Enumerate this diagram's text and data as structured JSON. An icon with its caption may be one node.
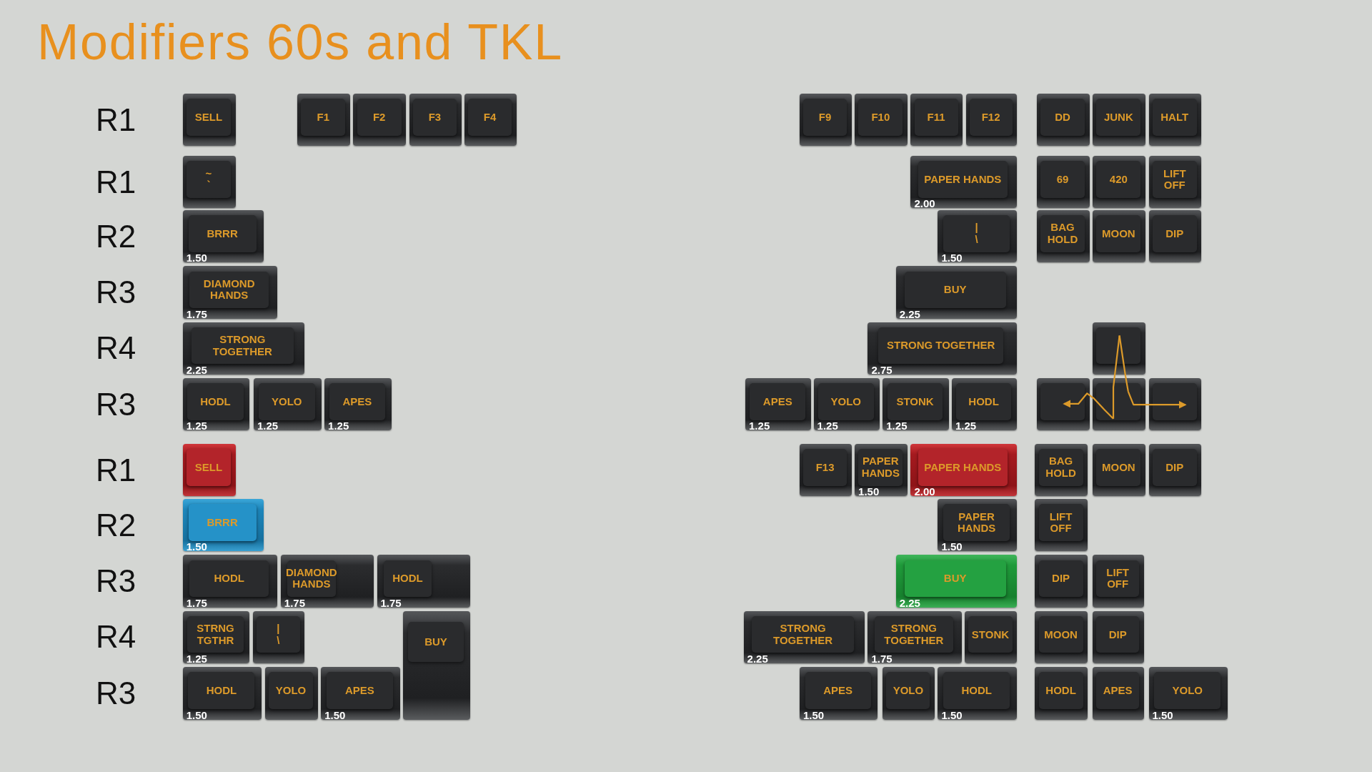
{
  "diagram": {
    "title": "Modifiers 60s and TKL",
    "nodes": [
      {
        "text": [
          "SELL"
        ]
      },
      {
        "text": [
          "F1"
        ]
      },
      {
        "text": [
          "F2"
        ]
      },
      {
        "text": [
          "F3"
        ]
      },
      {
        "text": [
          "F4"
        ]
      },
      {
        "text": [
          "F9"
        ]
      },
      {
        "text": [
          "F10"
        ]
      },
      {
        "text": [
          "F11"
        ]
      },
      {
        "text": [
          "F12"
        ]
      },
      {
        "text": [
          "DD"
        ]
      },
      {
        "text": [
          "JUNK"
        ]
      },
      {
        "text": [
          "HALT"
        ]
      },
      {
        "text": [
          "~",
          "`"
        ]
      },
      {
        "text": [
          "PAPER HANDS",
          "2.00"
        ]
      },
      {
        "text": [
          "69"
        ]
      },
      {
        "text": [
          "420"
        ]
      },
      {
        "text": [
          "LIFT OFF"
        ]
      },
      {
        "text": [
          "BRRR",
          "1.50"
        ]
      },
      {
        "text": [
          "|",
          "\\",
          "1.50"
        ]
      },
      {
        "text": [
          "BAG HOLD"
        ]
      },
      {
        "text": [
          "MOON"
        ]
      },
      {
        "text": [
          "DIP"
        ]
      },
      {
        "text": [
          "DIAMOND HANDS",
          "1.75"
        ]
      },
      {
        "text": [
          "BUY",
          "2.25"
        ]
      },
      {
        "text": [
          "STRONG TOGETHER",
          "2.25"
        ]
      },
      {
        "text": [
          "STRONG TOGETHER",
          "2.75"
        ]
      },
      {
        "text": [],
        "shape": "box"
      },
      {
        "text": [
          "HODL",
          "1.25"
        ]
      },
      {
        "text": [
          "YOLO",
          "1.25"
        ]
      },
      {
        "text": [
          "APES",
          "1.25"
        ]
      },
      {
        "text": [
          "APES",
          "1.25"
        ]
      },
      {
        "text": [
          "YOLO",
          "1.25"
        ]
      },
      {
        "text": [
          "STONK",
          "1.25"
        ]
      },
      {
        "text": [
          "HODL",
          "1.25"
        ]
      },
      {
        "text": [],
        "shape": "box"
      },
      {
        "text": [],
        "shape": "box"
      },
      {
        "text": [],
        "shape": "box"
      },
      {
        "text": [
          "SELL"
        ]
      },
      {
        "text": [
          "F13"
        ]
      },
      {
        "text": [
          "PAPER HANDS",
          "1.50"
        ]
      },
      {
        "text": [
          "PAPER HANDS",
          "2.00"
        ]
      },
      {
        "text": [
          "BAG HOLD"
        ]
      },
      {
        "text": [
          "MOON"
        ]
      },
      {
        "text": [
          "DIP"
        ]
      },
      {
        "text": [
          "BRRR",
          "1.50"
        ]
      },
      {
        "text": [
          "PAPER HANDS",
          "1.50"
        ]
      },
      {
        "text": [
          "LIFT OFF"
        ]
      },
      {
        "text": [
          "HODL",
          "1.75"
        ]
      },
      {
        "text": [
          "DIAMOND HANDS",
          "1.75"
        ]
      },
      {
        "text": [
          "HODL",
          "1.75"
        ]
      },
      {
        "text": [
          "BUY",
          "2.25"
        ]
      },
      {
        "text": [
          "DIP"
        ]
      },
      {
        "text": [
          "LIFT OFF"
        ]
      },
      {
        "text": [
          "STRNG TGTHR",
          "1.25"
        ]
      },
      {
        "text": [
          "|",
          "\\"
        ]
      },
      {
        "text": [
          "BUY"
        ]
      },
      {
        "text": [
          "STRONG TOGETHER",
          "2.25"
        ]
      },
      {
        "text": [
          "STRONG TOGETHER",
          "1.75"
        ]
      },
      {
        "text": [
          "STONK"
        ]
      },
      {
        "text": [
          "MOON"
        ]
      },
      {
        "text": [
          "DIP"
        ]
      },
      {
        "text": [
          "HODL",
          "1.50"
        ]
      },
      {
        "text": [
          "YOLO"
        ]
      },
      {
        "text": [
          "APES",
          "1.50"
        ]
      },
      {
        "text": [
          "APES",
          "1.50"
        ]
      },
      {
        "text": [
          "YOLO"
        ]
      },
      {
        "text": [
          "HODL",
          "1.50"
        ]
      },
      {
        "text": [
          "HODL"
        ]
      },
      {
        "text": [
          "APES"
        ]
      },
      {
        "text": [
          "YOLO",
          "1.50"
        ]
      }
    ],
    "edges": [
      {
        "from": 35,
        "to": 34,
        "arrow": "to"
      },
      {
        "from": 35,
        "to": 26,
        "arrow": "none"
      },
      {
        "from": 26,
        "to": 35,
        "arrow": "none"
      },
      {
        "from": 35,
        "to": 36,
        "arrow": "to"
      }
    ],
    "labels": [
      "R1",
      "R1",
      "R2",
      "R3",
      "R4",
      "R3",
      "R1",
      "R2",
      "R3",
      "R4",
      "R3"
    ]
  }
}
